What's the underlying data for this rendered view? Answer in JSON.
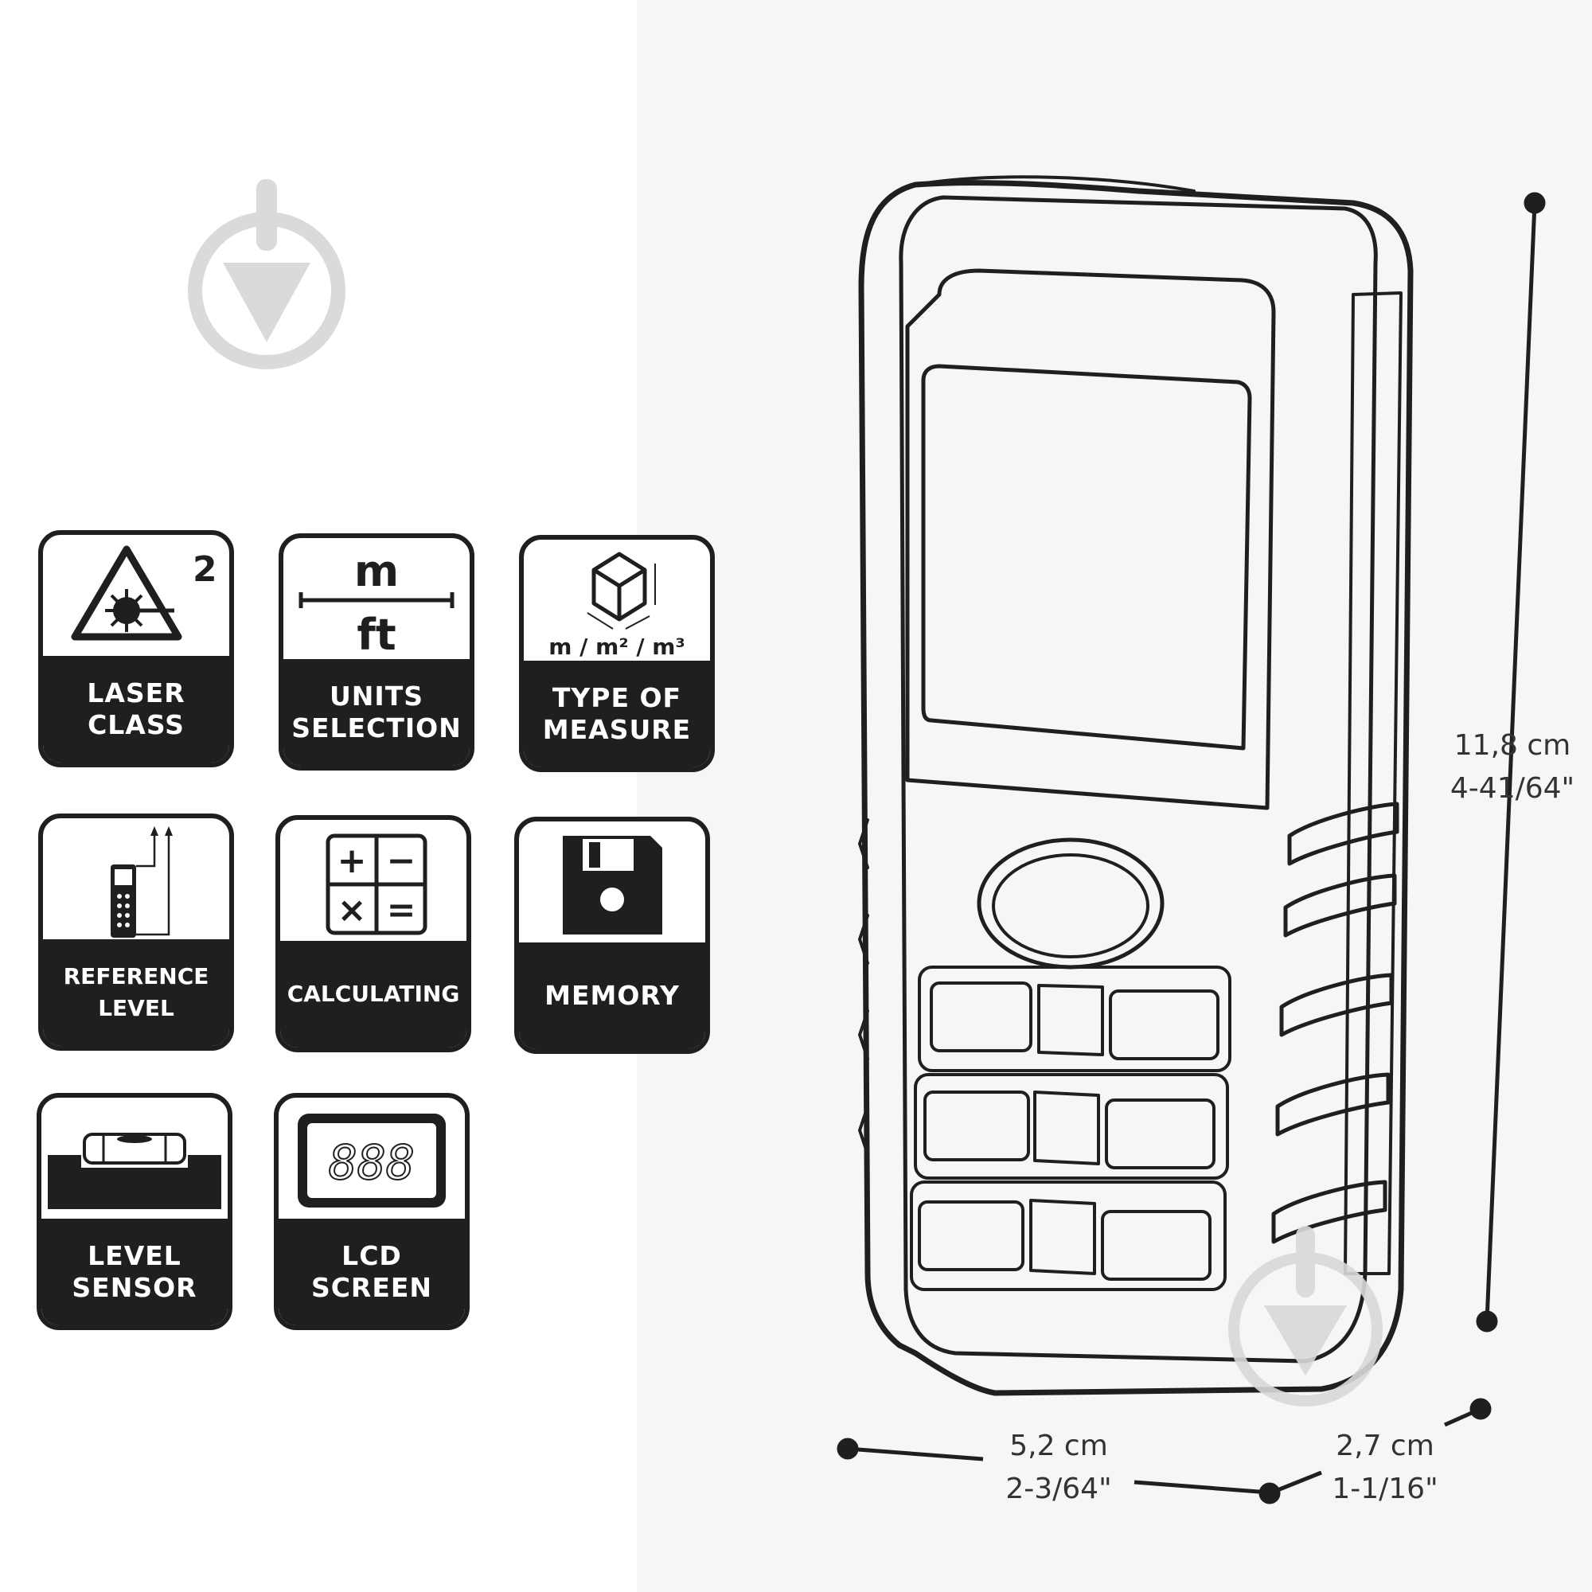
{
  "top_title": "",
  "icons": [
    {
      "id": "laser-class",
      "label": "LASER\nCLASS",
      "glyph": "laser-warning-icon",
      "superscript": "2"
    },
    {
      "id": "units-selection",
      "label": "UNITS\nSELECTION",
      "glyph": "m-ft-units-icon",
      "top_unit": "m",
      "bottom_unit": "ft"
    },
    {
      "id": "type-of-measure",
      "label": "TYPE OF\nMEASURE",
      "glyph": "cube-icon",
      "caption": "m / m² / m³"
    },
    {
      "id": "reference-level",
      "label": "REFERENCE\nLEVEL",
      "glyph": "device-reference-icon"
    },
    {
      "id": "calculating",
      "label": "CALCULATING",
      "glyph": "calculator-icon",
      "operators": [
        "+",
        "−",
        "×",
        "="
      ]
    },
    {
      "id": "memory",
      "label": "MEMORY",
      "glyph": "floppy-disk-icon"
    },
    {
      "id": "level-sensor",
      "label": "LEVEL\nSENSOR",
      "glyph": "spirit-level-icon"
    },
    {
      "id": "lcd-screen",
      "label": "LCD\nSCREEN",
      "glyph": "lcd-display-icon",
      "display_digits": "888"
    }
  ],
  "dimensions": {
    "height": "11,8 cm\n4-41/64\"",
    "width": "5,2 cm\n2-3/64\"",
    "depth": "2,7 cm\n1-1/16\""
  },
  "colors": {
    "ink": "#1f1f1f",
    "watermark": "#d9d9d9",
    "background": "#ffffff"
  }
}
